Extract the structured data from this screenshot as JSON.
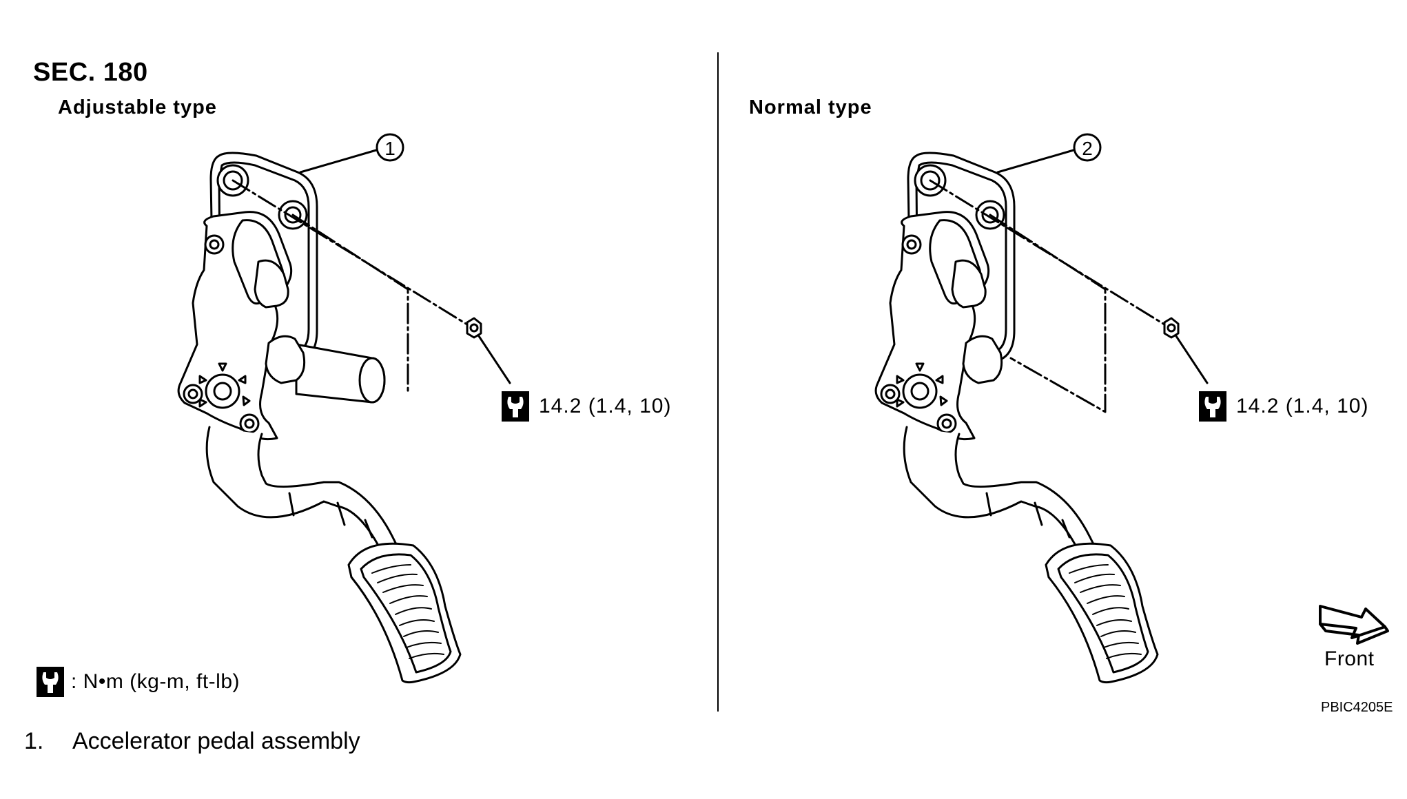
{
  "section": "SEC. 180",
  "panels": {
    "left": {
      "title": "Adjustable type",
      "callout": "1",
      "torque": "14.2 (1.4, 10)"
    },
    "right": {
      "title": "Normal type",
      "callout": "2",
      "torque": "14.2 (1.4, 10)"
    }
  },
  "legend": {
    "units": ": N•m (kg-m, ft-lb)",
    "icon": "wrench-torque-icon"
  },
  "front_label": "Front",
  "figure_code": "PBIC4205E",
  "parts": [
    {
      "num": "1.",
      "name": "Accelerator pedal assembly"
    }
  ]
}
